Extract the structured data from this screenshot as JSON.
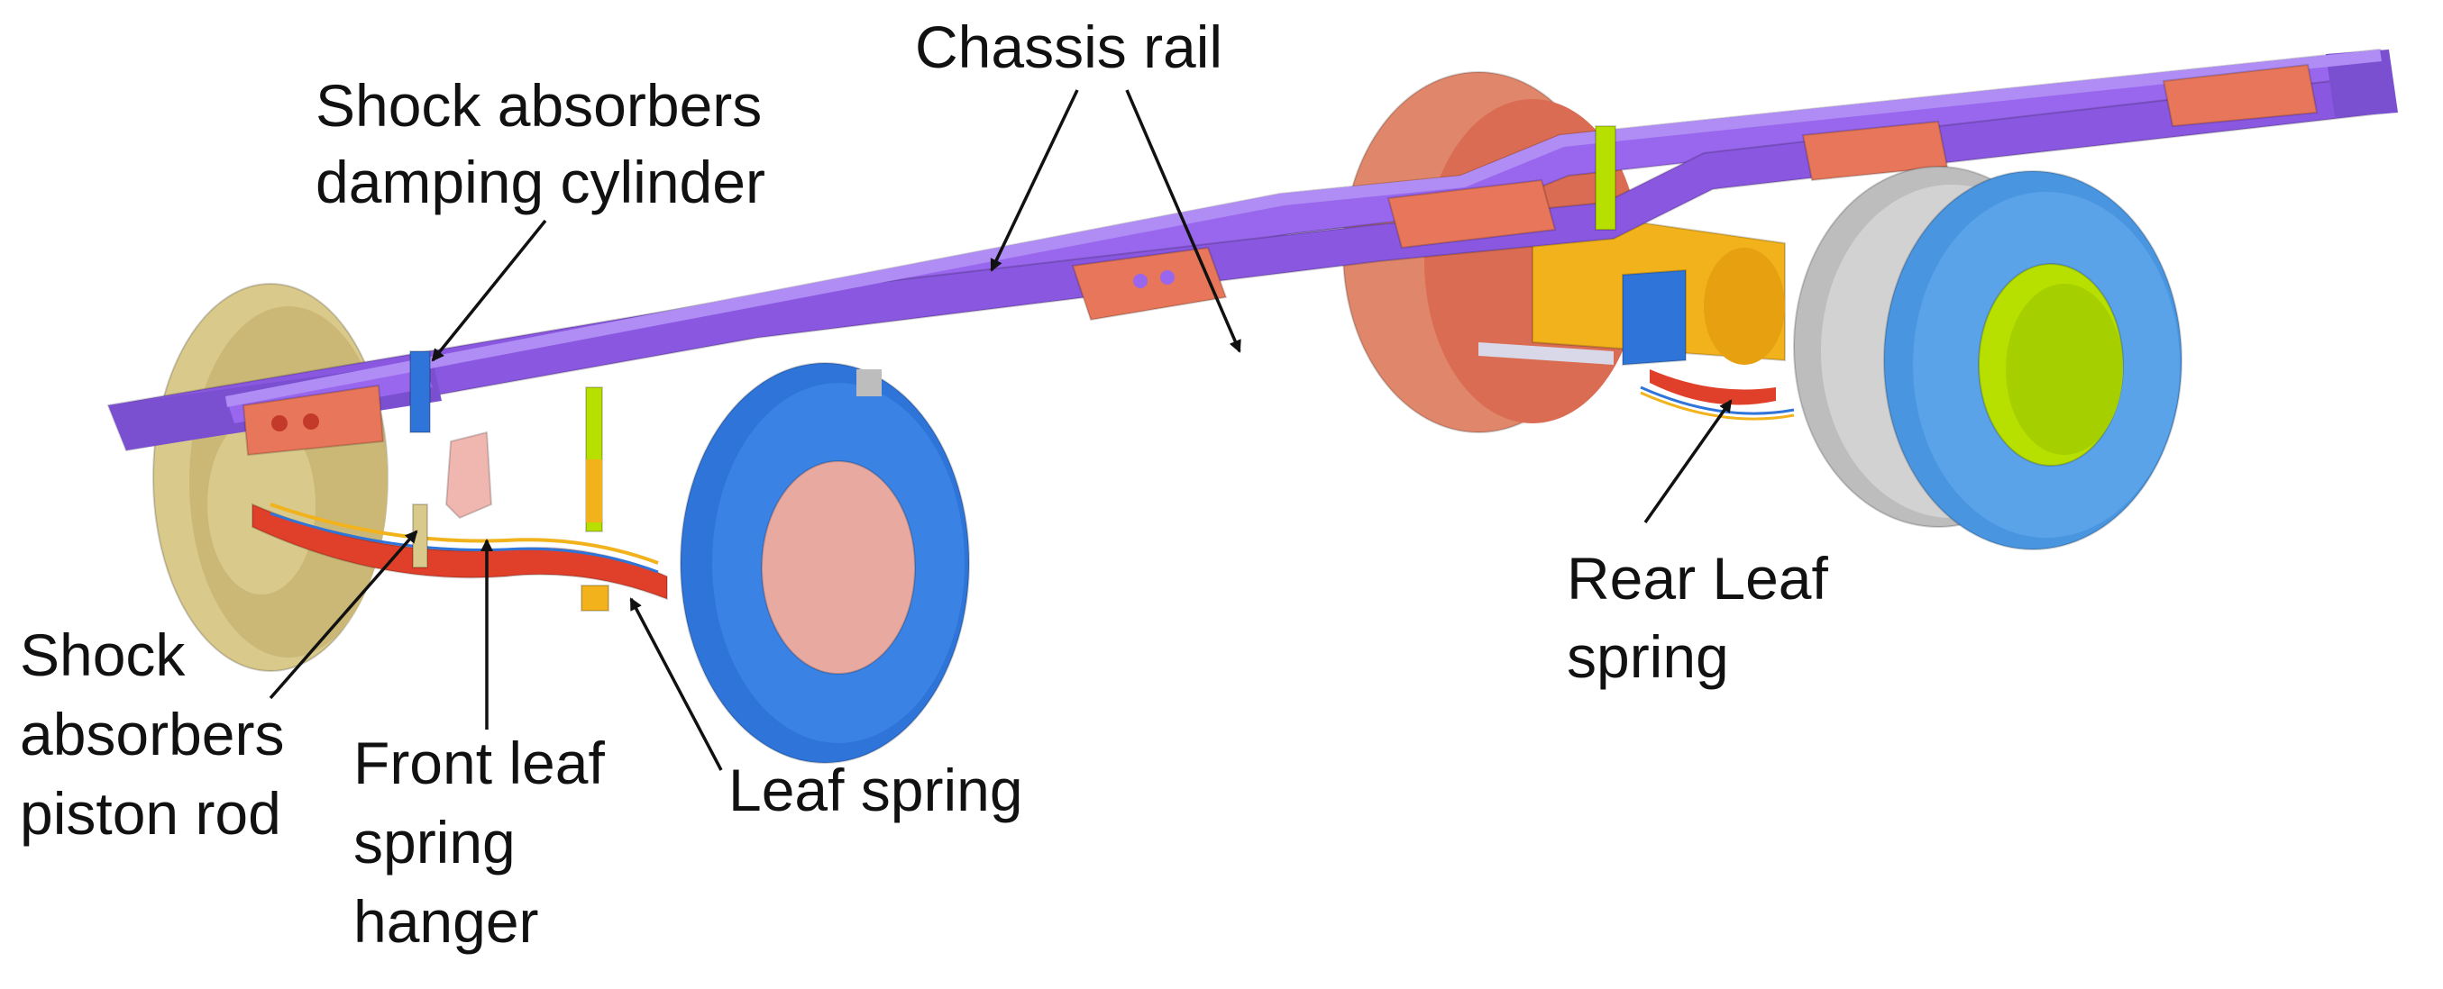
{
  "labels": {
    "chassis_rail": "Chassis rail",
    "shock_cylinder": [
      "Shock absorbers",
      "damping cylinder"
    ],
    "shock_piston": [
      "Shock",
      "absorbers",
      "piston rod"
    ],
    "front_hanger": [
      "Front leaf",
      "spring",
      "hanger"
    ],
    "leaf_spring": "Leaf spring",
    "rear_leaf_spring": [
      "Rear Leaf",
      "spring"
    ]
  },
  "colors": {
    "chassis": "#9966ee",
    "chassis_dark": "#7a4fd0",
    "crossmember": "#e8765a",
    "front_tire": "#2f74d8",
    "front_hub": "#e8a9a0",
    "rear_tire": "#5aa3e8",
    "rear_tire_dark": "#bdbdbd",
    "rear_hub": "#b7e000",
    "left_wheel": "#d9c98a",
    "rear_disc": "#e0866a",
    "axle": "#f2b21c",
    "shock_blue": "#2f74d8",
    "shock_green": "#b7e000",
    "leaf_red": "#e0402a",
    "hanger_pink": "#f0b6b0"
  }
}
